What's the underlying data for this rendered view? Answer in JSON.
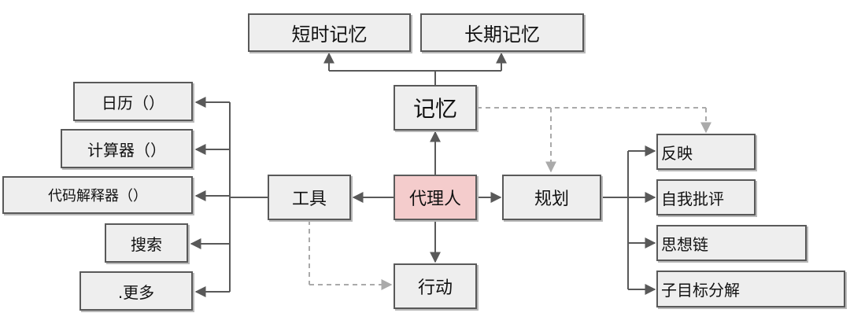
{
  "nodes": {
    "short_term_memory": "短时记忆",
    "long_term_memory": "长期记忆",
    "memory": "记忆",
    "agent": "代理人",
    "tools": "工具",
    "planning": "规划",
    "action": "行动",
    "calendar": "日历（）",
    "calculator": "计算器（）",
    "code_interpreter": "代码解释器（）",
    "search": "搜索",
    "more": ".更多",
    "reflection": "反映",
    "self_critique": "自我批评",
    "chain_of_thought": "思想链",
    "subgoal_decomposition": "子目标分解"
  },
  "colors": {
    "box_fill": "#eeeeee",
    "box_border": "#595959",
    "agent_fill": "#f4cccc",
    "solid_edge": "#595959",
    "dashed_edge": "#aaaaaa"
  }
}
